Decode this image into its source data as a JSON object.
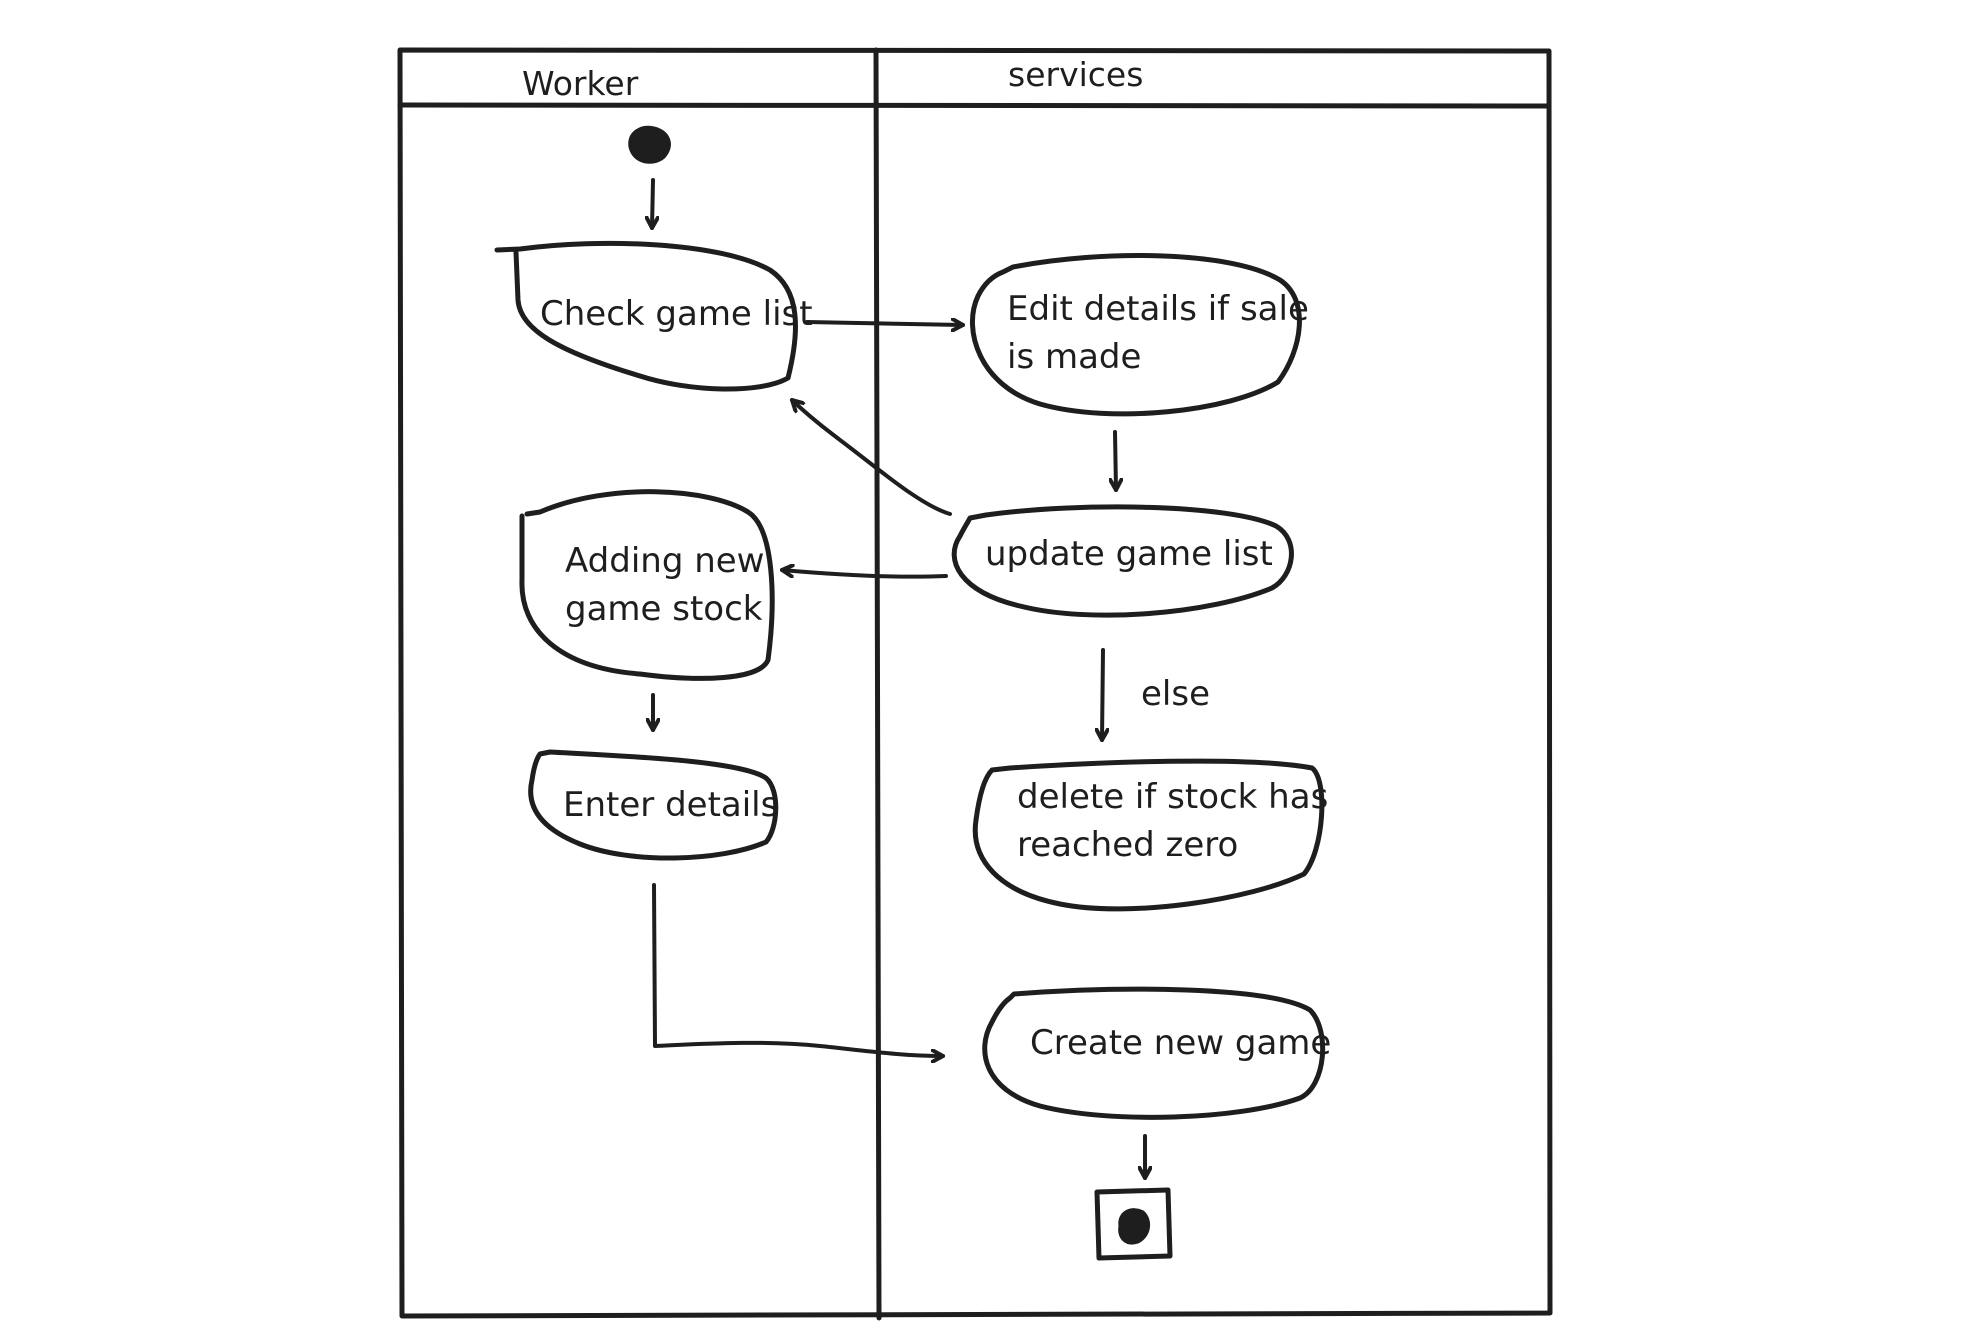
{
  "lanes": {
    "worker": "Worker",
    "services": "services"
  },
  "nodes": {
    "check_game_list": "Check game list",
    "edit_details": [
      "Edit details if sale",
      "is made"
    ],
    "update_game_list": "update game list",
    "adding_new_stock": [
      "Adding new",
      "game stock"
    ],
    "enter_details": "Enter details",
    "delete_if_zero": [
      "delete if stock has",
      "reached zero"
    ],
    "create_new_game": "Create new game"
  },
  "edges": {
    "else_label": "else"
  },
  "colors": {
    "ink": "#1e1e1e",
    "background": "#ffffff"
  }
}
